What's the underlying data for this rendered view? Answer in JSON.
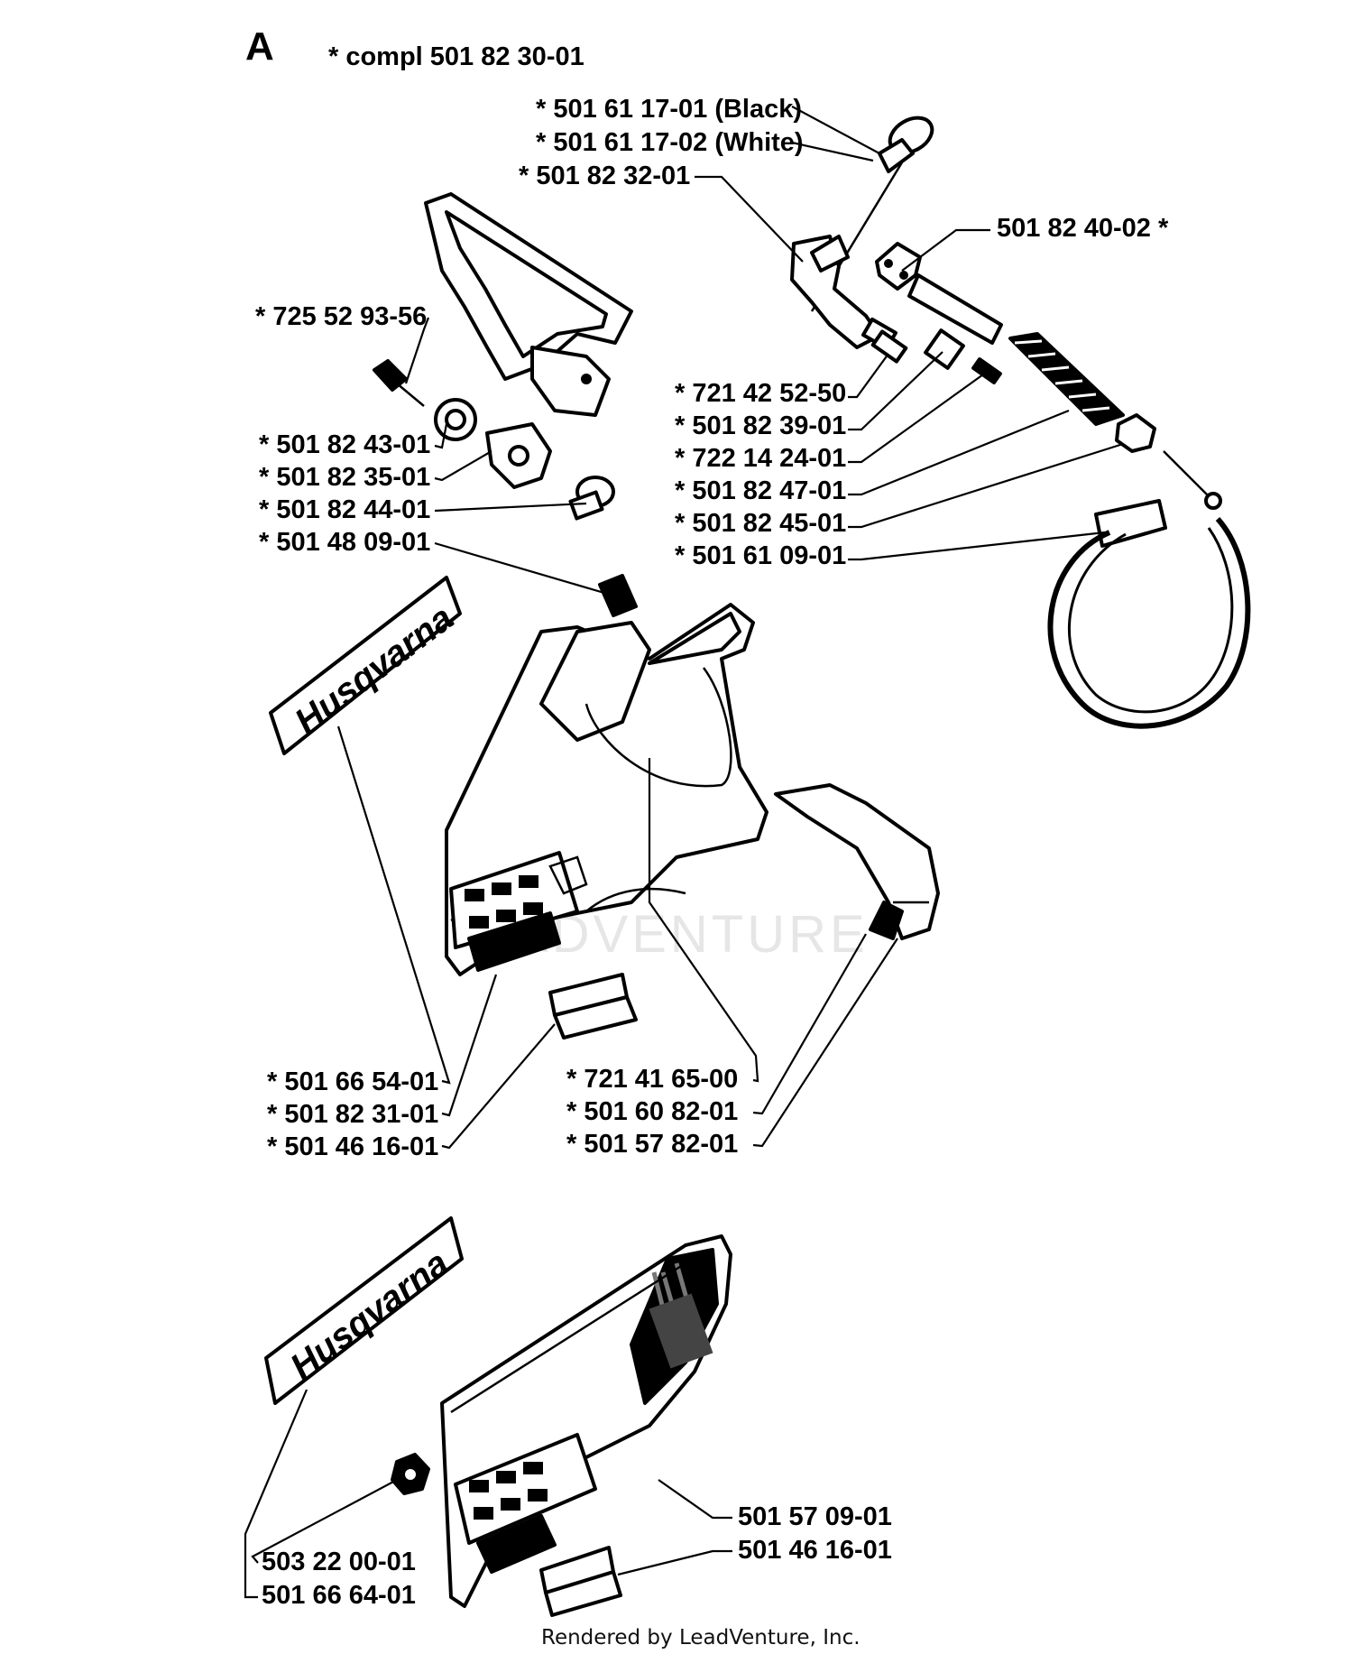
{
  "section_letter": "A",
  "kit_label": "*  compl 501 82 30-01",
  "brand_decal_text": "Husqvarna",
  "footer": "Rendered by LeadVenture, Inc.",
  "callouts": {
    "knob_black": "*  501 61 17-01 (Black)",
    "knob_white": "*  501 61 17-02 (White)",
    "lever": "*  501 82 32-01",
    "link": "501 82 40-02  *",
    "screw_725": "*  725 52 93-56",
    "p_721_42": "*  721 42 52-50",
    "p_501_82_39": "*  501 82 39-01",
    "p_722_14": "*  722 14 24-01",
    "p_501_82_47": "*  501 82 47-01",
    "p_501_82_45": "*  501 82 45-01",
    "band": "*  501 61 09-01",
    "p_501_82_43": "*  501 82 43-01",
    "p_501_82_35": "*  501 82 35-01",
    "p_501_82_44": "*  501 82 44-01",
    "p_501_48_09": "*  501 48 09-01",
    "decal_upper": "*  501 66 54-01",
    "cover_upper": "*  501 82 31-01",
    "pad_upper": "*  501 46 16-01",
    "p_721_41": "*  721 41 65-00",
    "p_501_60_82": "*  501 60 82-01",
    "p_501_57_82": "*  501 57 82-01",
    "cover_lower": "501 57 09-01",
    "pad_lower": "501 46 16-01",
    "nut_lower": "503 22 00-01",
    "decal_lower": "501 66 64-01"
  }
}
